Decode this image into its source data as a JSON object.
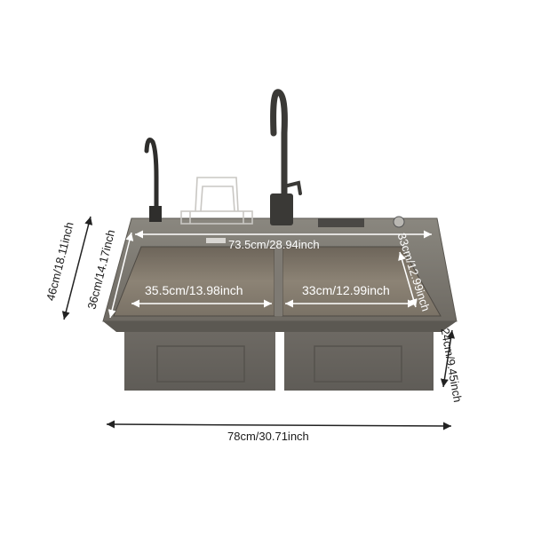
{
  "dimensions": {
    "overall_width": "78cm/30.71inch",
    "overall_depth": "46cm/18.11inch",
    "inner_depth": "36cm/14.17inch",
    "inner_top_width": "73.5cm/28.94inch",
    "left_bowl_width": "35.5cm/13.98inch",
    "right_bowl_width": "33cm/12.99inch",
    "right_bowl_depth": "33cm/12.99inch",
    "bowl_height": "24cm/9.45inch"
  },
  "colors": {
    "sink_body": "#6b6760",
    "sink_deck": "#7d7a74",
    "bowl_interior": "#8a8174",
    "bowl_shadow": "#5e574d",
    "faucet": "#3b3a38",
    "background": "#ffffff"
  }
}
